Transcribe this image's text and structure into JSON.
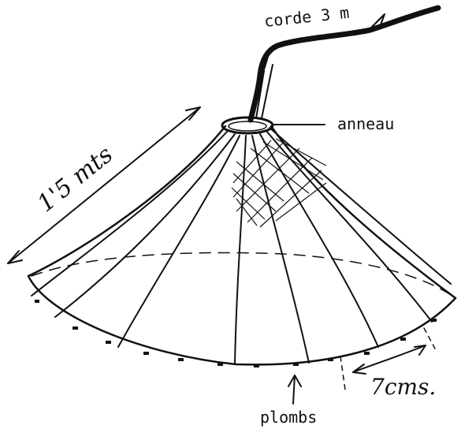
{
  "diagram": {
    "labels": {
      "rope": "corde 3 m",
      "ring": "anneau",
      "height": "1'5 mts",
      "spacing": "7cms.",
      "weights": "plombs"
    },
    "ink_color": "#111111",
    "background": "#ffffff"
  }
}
